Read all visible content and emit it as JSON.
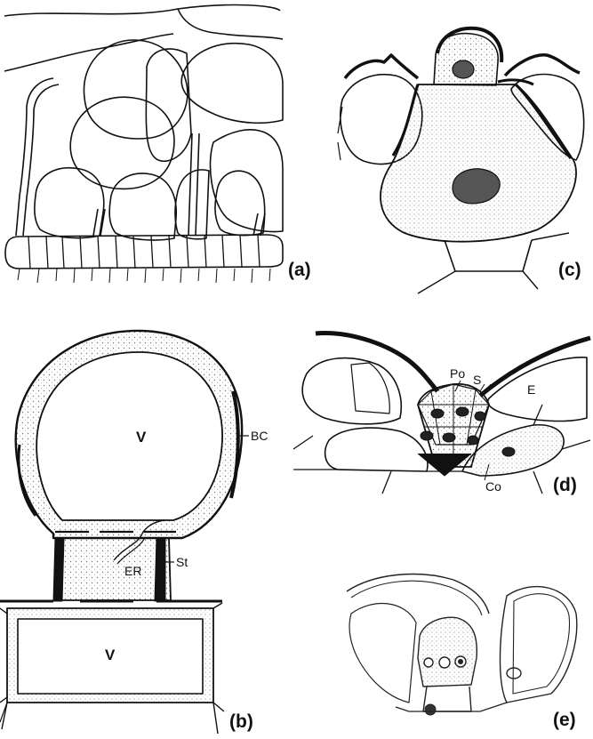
{
  "panels": {
    "a": {
      "label": "(a)"
    },
    "b": {
      "label": "(b)",
      "parts": {
        "vacuole_top": "V",
        "vacuole_bottom": "V",
        "bc": "BC",
        "er": "ER",
        "st": "St"
      }
    },
    "c": {
      "label": "(c)"
    },
    "d": {
      "label": "(d)",
      "parts": {
        "po": "Po",
        "s": "S",
        "e": "E",
        "co": "Co"
      }
    },
    "e": {
      "label": "(e)"
    }
  },
  "style": {
    "ink": "#111111",
    "stipple": "#777777",
    "background": "#ffffff"
  }
}
